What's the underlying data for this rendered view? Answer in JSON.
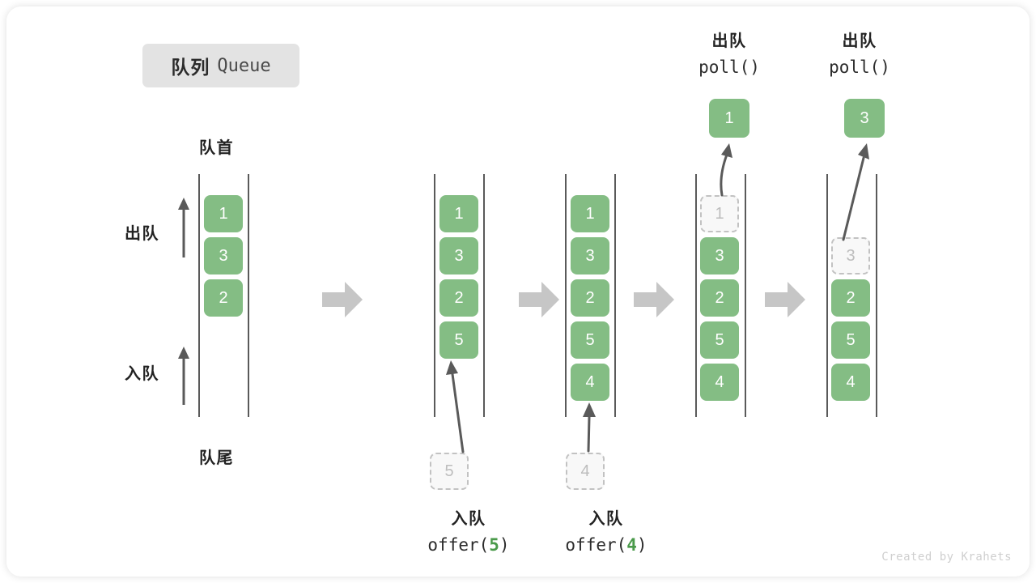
{
  "title": {
    "cn": "队列",
    "en": "Queue"
  },
  "labels": {
    "head": "队首",
    "tail": "队尾",
    "dequeue": "出队",
    "enqueue": "入队"
  },
  "operations": {
    "offer5": {
      "cn": "入队",
      "code_prefix": "offer(",
      "arg": "5",
      "code_suffix": ")"
    },
    "offer4": {
      "cn": "入队",
      "code_prefix": "offer(",
      "arg": "4",
      "code_suffix": ")"
    },
    "poll1": {
      "cn": "出队",
      "code": "poll()"
    },
    "poll2": {
      "cn": "出队",
      "code": "poll()"
    }
  },
  "columns": [
    {
      "name": "initial-queue",
      "cells": [
        {
          "value": "1",
          "state": "filled"
        },
        {
          "value": "3",
          "state": "filled"
        },
        {
          "value": "2",
          "state": "filled"
        }
      ]
    },
    {
      "name": "after-offer-5",
      "cells": [
        {
          "value": "1",
          "state": "filled"
        },
        {
          "value": "3",
          "state": "filled"
        },
        {
          "value": "2",
          "state": "filled"
        },
        {
          "value": "5",
          "state": "filled"
        }
      ],
      "incoming": {
        "value": "5",
        "state": "ghost"
      }
    },
    {
      "name": "after-offer-4",
      "cells": [
        {
          "value": "1",
          "state": "filled"
        },
        {
          "value": "3",
          "state": "filled"
        },
        {
          "value": "2",
          "state": "filled"
        },
        {
          "value": "5",
          "state": "filled"
        },
        {
          "value": "4",
          "state": "filled"
        }
      ],
      "incoming": {
        "value": "4",
        "state": "ghost"
      }
    },
    {
      "name": "after-poll-1",
      "cells": [
        {
          "value": "1",
          "state": "ghost"
        },
        {
          "value": "3",
          "state": "filled"
        },
        {
          "value": "2",
          "state": "filled"
        },
        {
          "value": "5",
          "state": "filled"
        },
        {
          "value": "4",
          "state": "filled"
        }
      ],
      "outgoing": {
        "value": "1",
        "state": "filled"
      }
    },
    {
      "name": "after-poll-3",
      "cells": [
        {
          "value": "",
          "state": "empty"
        },
        {
          "value": "3",
          "state": "ghost"
        },
        {
          "value": "2",
          "state": "filled"
        },
        {
          "value": "5",
          "state": "filled"
        },
        {
          "value": "4",
          "state": "filled"
        }
      ],
      "outgoing": {
        "value": "3",
        "state": "filled"
      }
    }
  ],
  "colors": {
    "element": "#84bd84",
    "ghost_border": "#c2c2c2",
    "ghost_fill": "#f8f8f8",
    "rail": "#5a5a5a",
    "arrow": "#5a5a5a",
    "separator": "#c6c6c6",
    "chip_bg": "#e3e3e3",
    "accent_text": "#4a9a4a"
  },
  "credit": "Created by Krahets"
}
